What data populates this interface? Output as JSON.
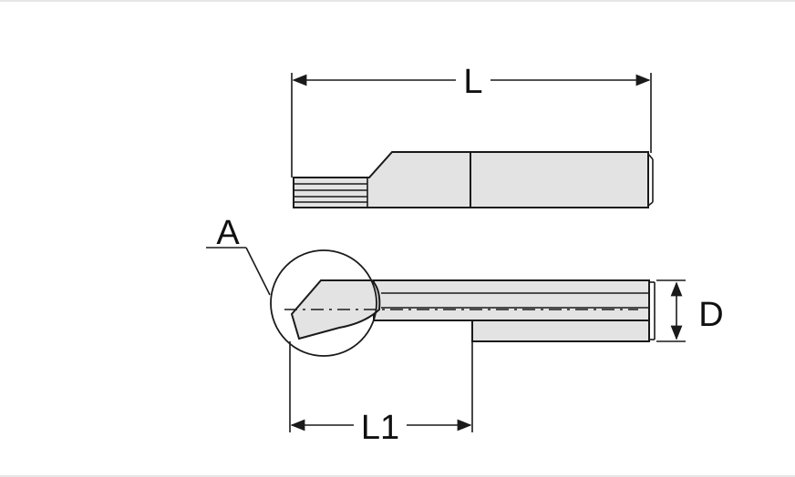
{
  "labels": {
    "overall_length": "L",
    "detail": "A",
    "diameter": "D",
    "reach_length": "L1"
  },
  "colors": {
    "line": "#1a1a1a",
    "body_fill": "#e3e3e3",
    "background": "#ffffff"
  }
}
